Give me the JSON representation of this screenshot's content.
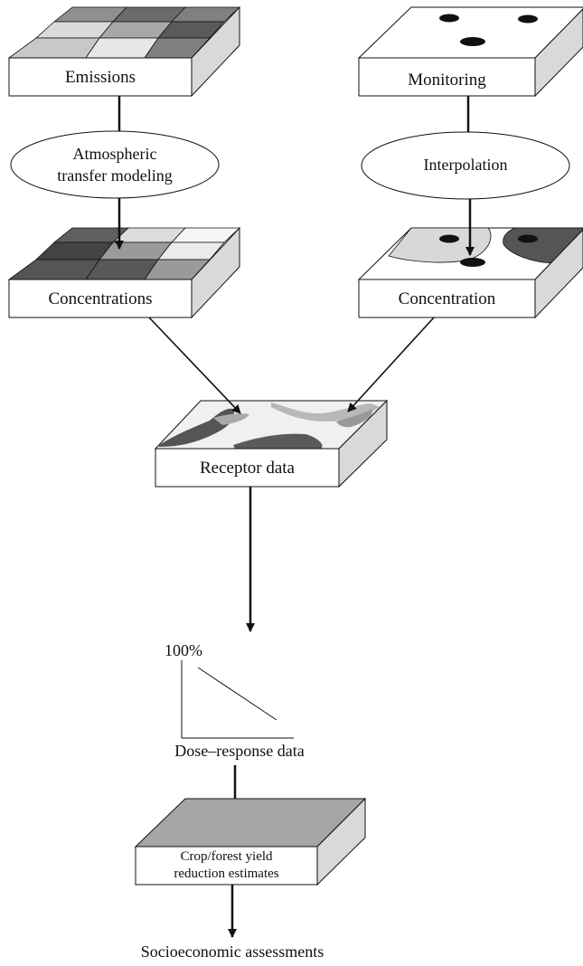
{
  "boxes": {
    "emissions": "Emissions",
    "monitoring": "Monitoring",
    "concentrations": "Concentrations",
    "concentration": "Concentration",
    "receptor": "Receptor data",
    "yield_line1": "Crop/forest yield",
    "yield_line2": "reduction estimates"
  },
  "processes": {
    "atmospheric_line1": "Atmospheric",
    "atmospheric_line2": "transfer modeling",
    "interpolation": "Interpolation"
  },
  "dose_response": {
    "y_max_label": "100%",
    "caption": "Dose–response data"
  },
  "final_output": "Socioeconomic assessments",
  "colors": {
    "line": "#111111",
    "box_face": "#ffffff",
    "box_side": "#d9d9d9",
    "yield_top": "#a6a6a6",
    "marker": "#111111"
  }
}
